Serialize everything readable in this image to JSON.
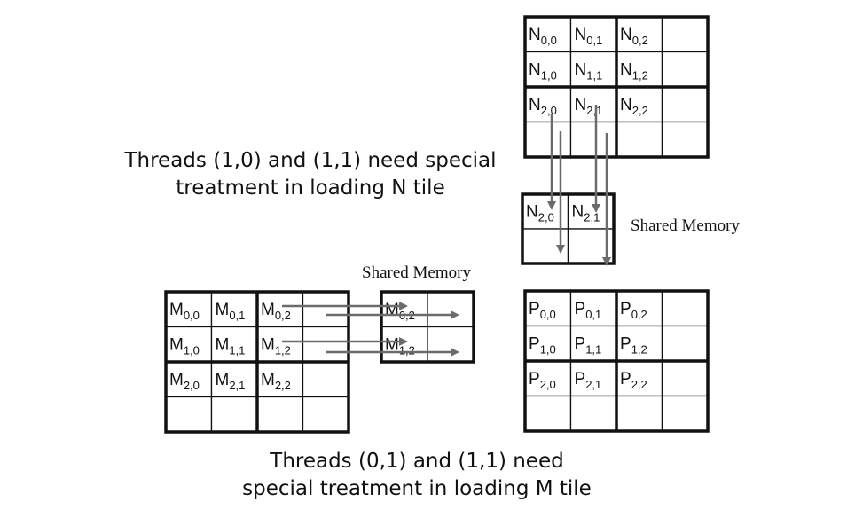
{
  "captions": {
    "n_tile": [
      "Threads (1,0) and (1,1) need special",
      "treatment in loading N tile"
    ],
    "m_tile": [
      "Threads (0,1) and (1,1) need",
      "special treatment in loading M tile"
    ]
  },
  "shared_memory_label_n": "Shared Memory",
  "shared_memory_label_m": "Shared Memory",
  "matrices": {
    "N": {
      "letter": "N",
      "cells": [
        [
          "0,0",
          "0,1",
          "0,2",
          ""
        ],
        [
          "1,0",
          "1,1",
          "1,2",
          ""
        ],
        [
          "2,0",
          "2,1",
          "2,2",
          ""
        ],
        [
          "",
          "",
          "",
          ""
        ]
      ]
    },
    "M": {
      "letter": "M",
      "cells": [
        [
          "0,0",
          "0,1",
          "0,2",
          ""
        ],
        [
          "1,0",
          "1,1",
          "1,2",
          ""
        ],
        [
          "2,0",
          "2,1",
          "2,2",
          ""
        ],
        [
          "",
          "",
          "",
          ""
        ]
      ]
    },
    "P": {
      "letter": "P",
      "cells": [
        [
          "0,0",
          "0,1",
          "0,2",
          ""
        ],
        [
          "1,0",
          "1,1",
          "1,2",
          ""
        ],
        [
          "2,0",
          "2,1",
          "2,2",
          ""
        ],
        [
          "",
          "",
          "",
          ""
        ]
      ]
    },
    "N_shared": {
      "letter": "N",
      "cells": [
        [
          "2,0",
          "2,1"
        ],
        [
          "",
          ""
        ]
      ]
    },
    "M_shared": {
      "letter": "M",
      "cells": [
        [
          "0,2",
          ""
        ],
        [
          "1,2",
          ""
        ]
      ]
    }
  },
  "colors": {
    "grid": "#111111",
    "arrow": "#6b6b6b"
  }
}
